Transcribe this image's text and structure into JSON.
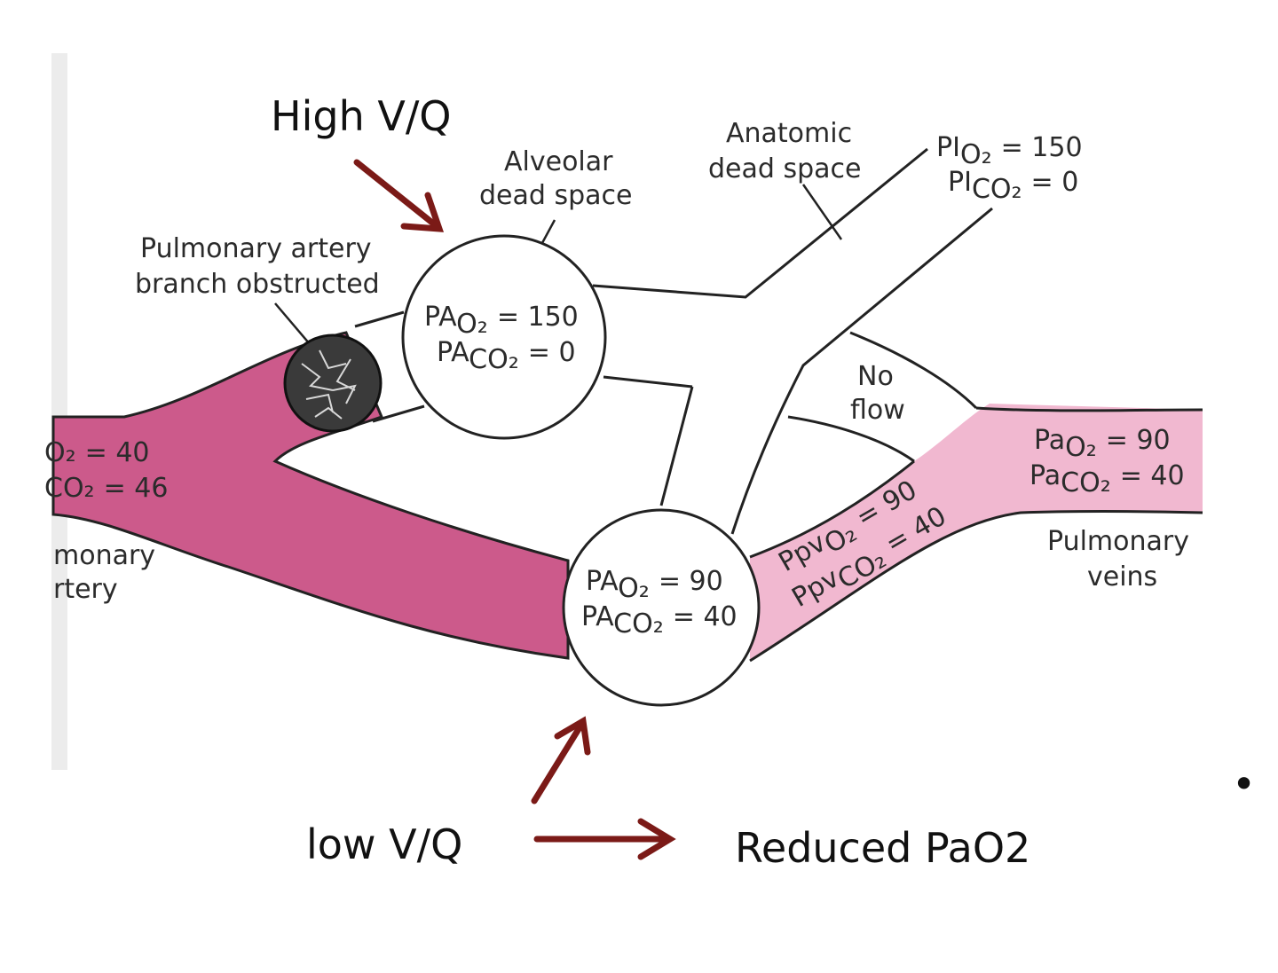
{
  "header": {
    "high_vq": "High V/Q",
    "low_vq": "low V/Q",
    "result": "Reduced PaO2",
    "bullet": "•"
  },
  "labels": {
    "alveolar_dead_space_1": "Alveolar",
    "alveolar_dead_space_2": "dead space",
    "anatomic_dead_space_1": "Anatomic",
    "anatomic_dead_space_2": "dead space",
    "obstructed_1": "Pulmonary artery",
    "obstructed_2": "branch obstructed",
    "no_flow_1": "No",
    "no_flow_2": "flow",
    "pulmonary_artery_1": "monary",
    "pulmonary_artery_2": "rtery",
    "pulmonary_veins_1": "Pulmonary",
    "pulmonary_veins_2": "veins"
  },
  "values": {
    "inspired_o2": {
      "prefix": "PI",
      "sub": "O₂",
      "value": "= 150"
    },
    "inspired_co2": {
      "prefix": "PI",
      "sub": "CO₂",
      "value": "= 0"
    },
    "upper_alveolus_o2": {
      "prefix": "PA",
      "sub": "O₂",
      "value": "= 150"
    },
    "upper_alveolus_co2": {
      "prefix": "PA",
      "sub": "CO₂",
      "value": "= 0"
    },
    "lower_alveolus_o2": {
      "prefix": "PA",
      "sub": "O₂",
      "value": "= 90"
    },
    "lower_alveolus_co2": {
      "prefix": "PA",
      "sub": "CO₂",
      "value": "= 40"
    },
    "venous_o2": {
      "prefix": "",
      "sub": "O₂",
      "value": "= 40"
    },
    "venous_co2": {
      "prefix": "",
      "sub": "CO₂",
      "value": "= 46"
    },
    "pulmonary_vein_o2": {
      "prefix": "Ppv",
      "sub": "O₂",
      "value": "= 90"
    },
    "pulmonary_vein_co2": {
      "prefix": "Ppv",
      "sub": "CO₂",
      "value": "= 40"
    },
    "arterial_o2": {
      "prefix": "Pa",
      "sub": "O₂",
      "value": "= 90"
    },
    "arterial_co2": {
      "prefix": "Pa",
      "sub": "CO₂",
      "value": "= 40"
    }
  },
  "colors": {
    "deoxygenated_blood": "#cc5a8b",
    "oxygenated_blood": "#f1b8d0",
    "arrow": "#7b1a17",
    "outline": "#222222",
    "page_edge": "#e9e9e9"
  }
}
